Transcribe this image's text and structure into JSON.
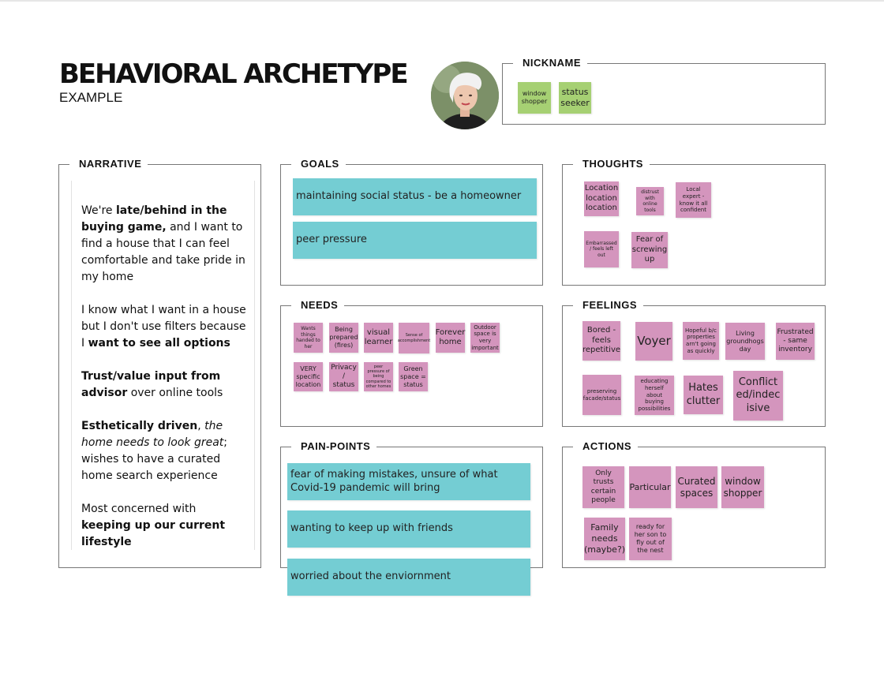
{
  "header": {
    "title": "BEHAVIORAL ARCHETYPE",
    "subtitle": "EXAMPLE"
  },
  "nickname": {
    "label": "NICKNAME",
    "notes": [
      "window shopper",
      "status seeker"
    ]
  },
  "narrative": {
    "label": "NARRATIVE",
    "p1": {
      "a": "We're ",
      "b": "late/behind in the buying game,",
      "c": " and I want to find a house that I can feel comfortable and take pride in my home"
    },
    "p2": {
      "a": "I know what I want in a house but I don't use filters because I ",
      "b": "want to see all options"
    },
    "p3": {
      "a": "Trust/value input from advisor",
      "b": " over online tools"
    },
    "p4": {
      "a": "Esthetically driven",
      "b": ", ",
      "c": "the home needs to look great",
      "d": "; wishes to have a curated home search experience"
    },
    "p5": {
      "a": "Most concerned with ",
      "b": "keeping up our current lifestyle"
    }
  },
  "goals": {
    "label": "GOALS",
    "items": [
      "maintaining social status - be a homeowner",
      "peer pressure"
    ]
  },
  "needs": {
    "label": "NEEDS",
    "notes": [
      "Wants things handed to her",
      "Being prepared (fires)",
      "visual learner",
      "Sense of accomplishment",
      "Forever home",
      "Outdoor space is very important",
      "VERY specific location",
      "Privacy / status",
      "peer pressure of being compared to other homes",
      "Green space = status"
    ]
  },
  "pain_points": {
    "label": "PAIN-POINTS",
    "items": [
      "fear of making mistakes, unsure of what Covid-19 pandemic will bring",
      "wanting to keep up with friends",
      "worried about the enviornment"
    ]
  },
  "thoughts": {
    "label": "THOUGHTS",
    "notes": [
      "Location location location",
      "distrust with online tools",
      "Local expert - know it all confident",
      "Embarrassed / feels left out",
      "Fear of screwing up"
    ]
  },
  "feelings": {
    "label": "FEELINGS",
    "notes": [
      "Bored - feels repetitive",
      "Voyer",
      "Hopeful b/c properties arn't going as quickly",
      "Living groundhogs day",
      "Frustrated - same inventory",
      "preserving facade/status",
      "educating herself about buying possibilities",
      "Hates clutter",
      "Conflict ed/indec isive"
    ]
  },
  "actions": {
    "label": "ACTIONS",
    "notes": [
      "Only trusts certain people",
      "Particular",
      "Curated spaces",
      "window shopper",
      "Family needs (maybe?)",
      "ready for her son to fly out of the nest"
    ]
  },
  "colors": {
    "pink_note": "#d495bd",
    "green_note": "#a6d073",
    "teal_bar": "#74cdd3"
  }
}
